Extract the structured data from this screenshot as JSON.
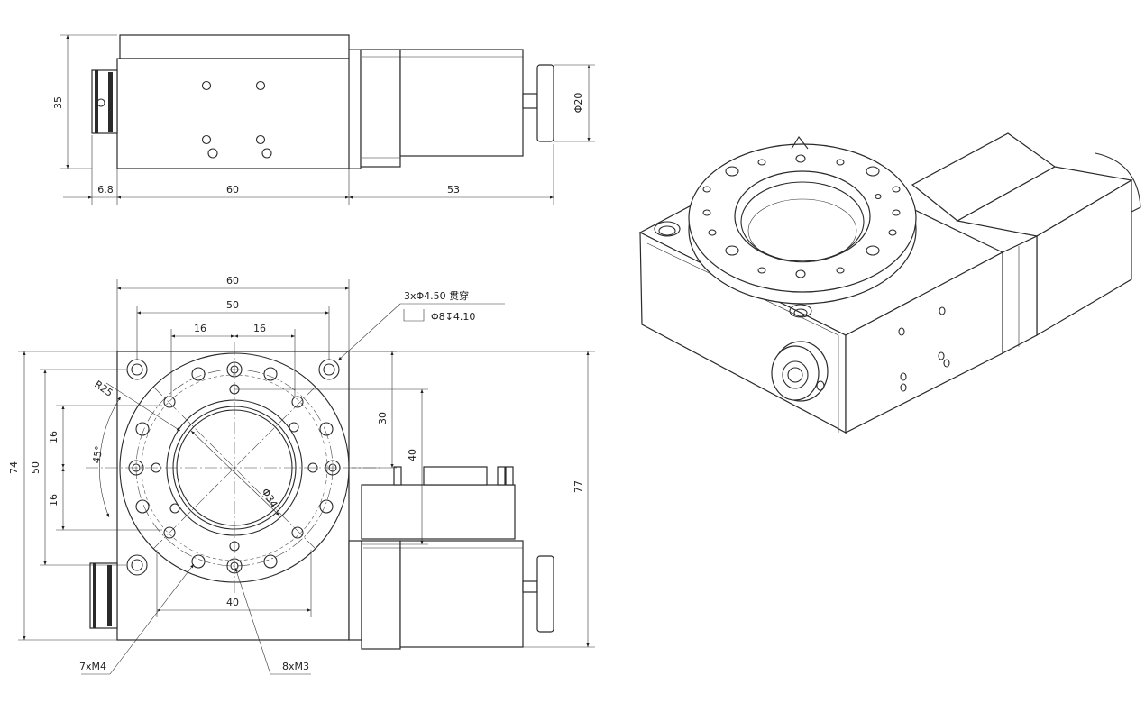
{
  "top_view": {
    "dim_height": "35",
    "dim_left": "6.8",
    "dim_width": "60",
    "dim_motor": "53",
    "dim_knob_dia": "Φ20"
  },
  "front_view": {
    "dim_width_outer": "60",
    "dim_width_inner": "50",
    "dim_16_left": "16",
    "dim_16_right": "16",
    "dim_r25": "R25",
    "dim_45": "45°",
    "dim_74": "74",
    "dim_50_v": "50",
    "dim_16_v_top": "16",
    "dim_16_v_bottom": "16",
    "dim_34": "Φ34",
    "dim_30": "30",
    "dim_40_v": "40",
    "dim_77": "77",
    "dim_40_h": "40",
    "note_holes_line1": "3xΦ4.50 贯穿",
    "note_holes_line2": "Φ8↧4.10",
    "note_m4": "7xM4",
    "note_m3": "8xM3"
  }
}
